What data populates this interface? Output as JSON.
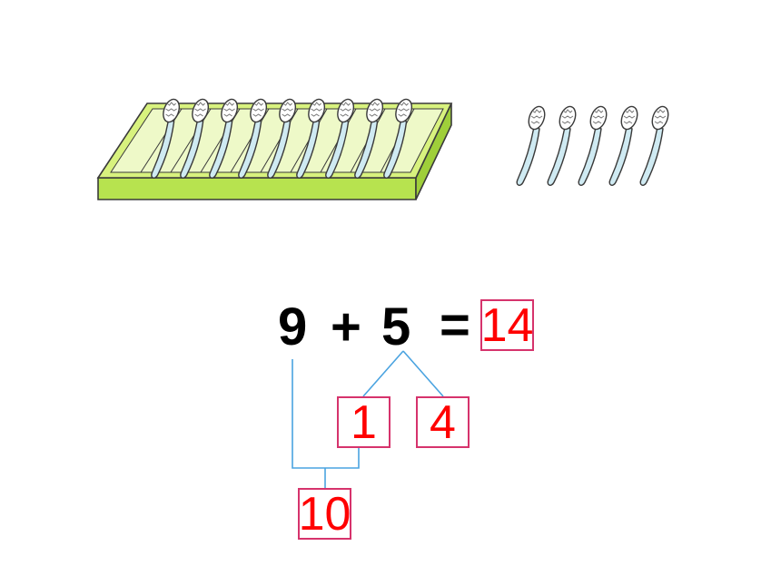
{
  "equation": {
    "left_operand": "9",
    "plus": "+",
    "right_operand": "5",
    "equals": "=",
    "answer": "14"
  },
  "decomposition": {
    "part_a": "1",
    "part_b": "4",
    "ten": "10"
  },
  "illustration": {
    "spoons_in_tray": 9,
    "tray_slots": 10,
    "loose_spoons": 5
  },
  "colors": {
    "tray_green": "#b7e34f",
    "tray_outline": "#3a3a3a",
    "spoon_fill": "#cfeaf2",
    "line_blue": "#4aa3e0",
    "box_border": "#d6336c",
    "answer_red": "#ff0000"
  }
}
